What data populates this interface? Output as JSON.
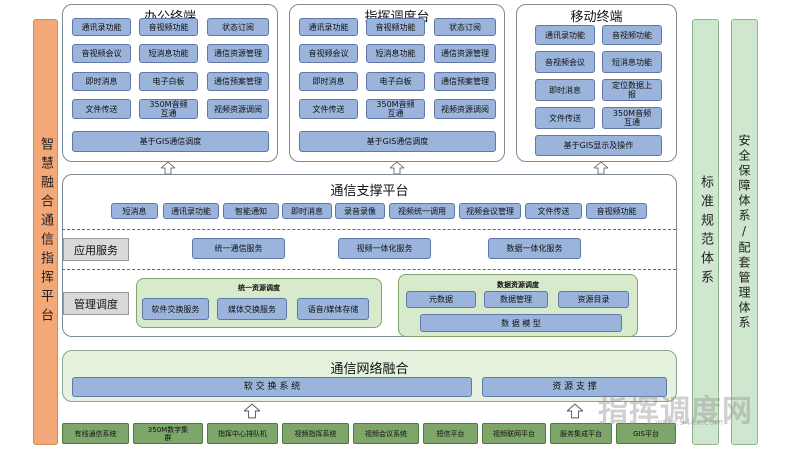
{
  "left_side": "智慧融合通信指挥平台",
  "right_side_1": "标准规范体系",
  "right_side_2": "安全保障体系/配套管理体系",
  "office": {
    "title": "办公终端",
    "items": [
      "通讯录功能",
      "音视频功能",
      "状态订阅",
      "音视频会议",
      "短消息功能",
      "通信资源管理",
      "即时消息",
      "电子白板",
      "通信预案管理",
      "文件传送",
      "350M音频\n互通",
      "视频资源调阅"
    ],
    "gis": "基于GIS通信调度"
  },
  "command": {
    "title": "指挥调度台",
    "items": [
      "通讯录功能",
      "音视频功能",
      "状态订阅",
      "音视频会议",
      "短消息功能",
      "通信资源管理",
      "即时消息",
      "电子白板",
      "通信预案管理",
      "文件传送",
      "350M音频\n互通",
      "视频资源调阅"
    ],
    "gis": "基于GIS通信调度"
  },
  "mobile": {
    "title": "移动终端",
    "items": [
      "通讯录功能",
      "音视频功能",
      "音视频会议",
      "短消息功能",
      "即时消息",
      "定位数据上\n报",
      "文件传送",
      "350M音频\n互通"
    ],
    "gis": "基于GIS显示及操作"
  },
  "support": {
    "title": "通信支撑平台",
    "top_items": [
      "短消息",
      "通讯录功能",
      "智能通知",
      "即时消息",
      "录音录像",
      "视频统一调用",
      "视频会议管理",
      "文件传送",
      "音视频功能"
    ],
    "app_label": "应用服务",
    "app_items": [
      "统一通信服务",
      "视频一体化服务",
      "数据一体化服务"
    ],
    "mgmt_label": "管理调度",
    "resource_group": {
      "title": "统一资源调度",
      "items": [
        "软件交换服务",
        "媒体交换服务",
        "语音/媒体存储"
      ]
    },
    "data_group": {
      "title": "数据资源调度",
      "items": [
        "元数据",
        "数据管理",
        "资源目录"
      ],
      "model": "数 据 模 型"
    }
  },
  "network": {
    "title": "通信网络融合",
    "soft_switch": "软 交 换 系 统",
    "resource": "资 源 支 撑"
  },
  "bottom": [
    "有线通信系统",
    "350M数字集\n群",
    "指挥中心排队机",
    "视频指挥系统",
    "视频会议系统",
    "短信平台",
    "视频联网平台",
    "服务集成平台",
    "GIS平台"
  ],
  "watermark": "指挥调度网",
  "watermark_sub": "www.94ec.com"
}
